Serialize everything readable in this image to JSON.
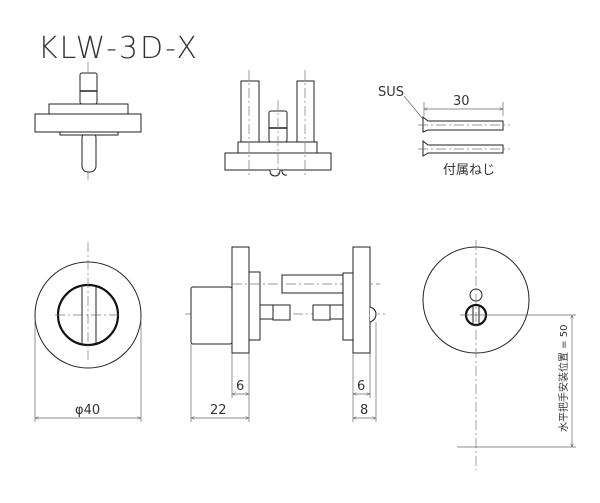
{
  "title": "KLW-3D-X",
  "screws": {
    "material": "SUS",
    "length": "30",
    "caption": "付属ねじ"
  },
  "dimensions": {
    "diameter": "φ40",
    "left_rosette": "6",
    "left_depth": "22",
    "right_rosette": "6",
    "right_depth": "8",
    "handle_position": "水平把手安装位置 = 50"
  }
}
